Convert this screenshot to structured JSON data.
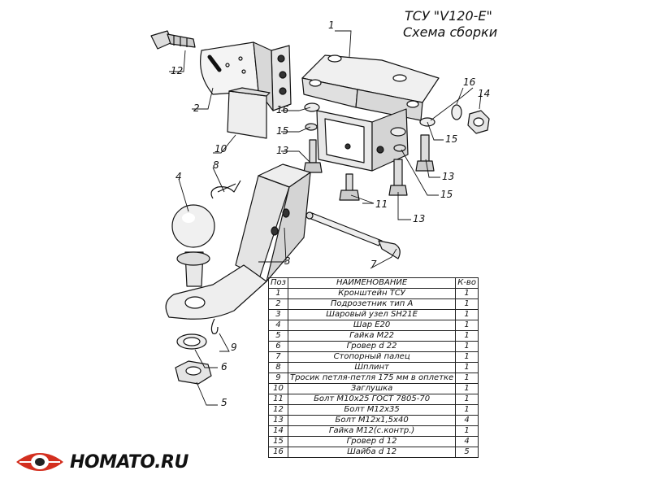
{
  "header": {
    "title": "ТСУ \"V120-E\"",
    "subtitle": "Схема сборки"
  },
  "callouts": [
    "1",
    "2",
    "3",
    "4",
    "5",
    "6",
    "7",
    "8",
    "9",
    "10",
    "11",
    "12",
    "13",
    "13",
    "13",
    "14",
    "15",
    "15",
    "15",
    "16",
    "16"
  ],
  "table": {
    "headers": [
      "Поз",
      "НАИМЕНОВАНИЕ",
      "К-во"
    ],
    "rows": [
      [
        "1",
        "Кронштейн ТСУ",
        "1"
      ],
      [
        "2",
        "Подрозетник тип А",
        "1"
      ],
      [
        "3",
        "Шаровый узел SH21E",
        "1"
      ],
      [
        "4",
        "Шар E20",
        "1"
      ],
      [
        "5",
        "Гайка М22",
        "1"
      ],
      [
        "6",
        "Гровер d 22",
        "1"
      ],
      [
        "7",
        "Стопорный палец",
        "1"
      ],
      [
        "8",
        "Шплинт",
        "1"
      ],
      [
        "9",
        "Тросик петля-петля 175 мм в оплетке",
        "1"
      ],
      [
        "10",
        "Заглушка",
        "1"
      ],
      [
        "11",
        "Болт М10x25 ГОСТ 7805-70",
        "1"
      ],
      [
        "12",
        "Болт М12x35",
        "1"
      ],
      [
        "13",
        "Болт М12x1,5x40",
        "4"
      ],
      [
        "14",
        "Гайка М12(с.контр.)",
        "1"
      ],
      [
        "15",
        "Гровер d 12",
        "4"
      ],
      [
        "16",
        "Шайба d 12",
        "5"
      ]
    ]
  },
  "logo": {
    "text": "HOMATO.RU",
    "accent_color": "#d32f1f"
  }
}
